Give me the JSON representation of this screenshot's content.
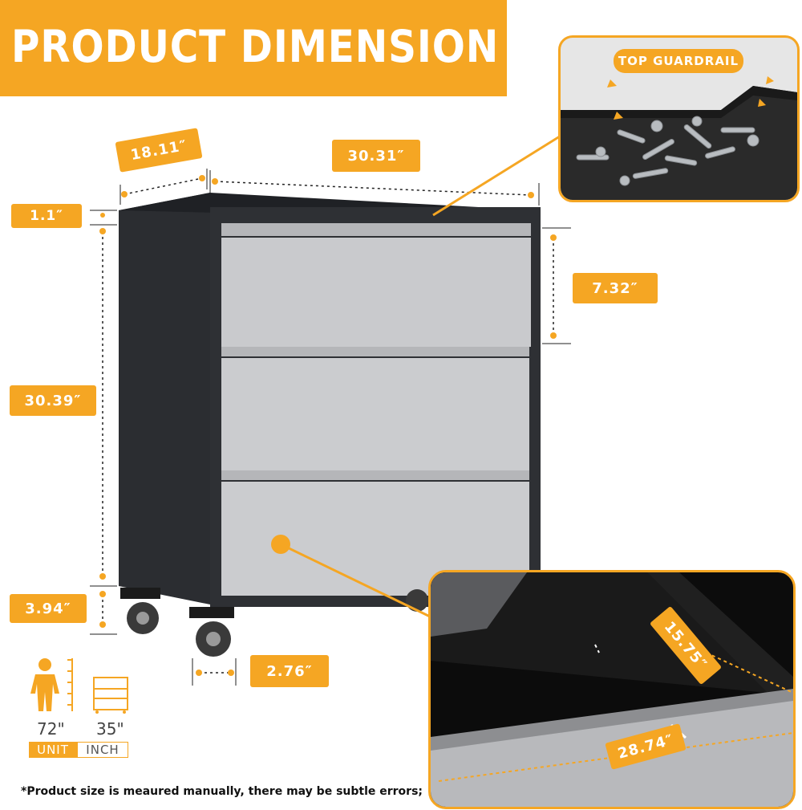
{
  "header": {
    "title": "PRODUCT DIMENSION"
  },
  "dimensions": {
    "depth": "18.11″",
    "width": "30.31″",
    "top_height": "1.1″",
    "total_height": "30.39″",
    "drawer_height": "7.32″",
    "caster_height": "3.94″",
    "caster_width": "2.76″",
    "drawer_inner_depth": "15.75″",
    "drawer_inner_width": "28.74″"
  },
  "inset_top": {
    "label": "TOP GUARDRAIL"
  },
  "size_compare": {
    "person_value": "72\"",
    "cabinet_value": "35\"",
    "unit_label": "UNIT",
    "inch_label": "INCH"
  },
  "footnote": "*Product size is meaured manually, there may be subtle errors;",
  "colors": {
    "accent": "#f5a623",
    "cabinet_frame": "#2b2d31",
    "drawer_face": "#c9cacd"
  }
}
